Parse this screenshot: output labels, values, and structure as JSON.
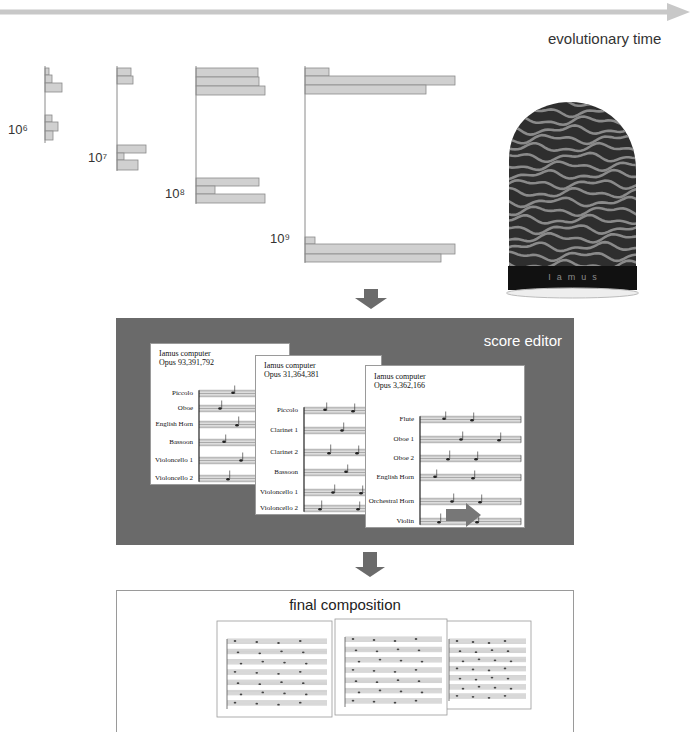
{
  "diagram": {
    "nodes": [
      {
        "text": [
          "Iamus"
        ]
      },
      {
        "text": [
          "score editor"
        ]
      },
      {
        "text": [
          "Iamus computer",
          "Opus 93,391,792",
          "Piccolo",
          "Oboe",
          "English Horn",
          "Bassoon",
          "Violoncello 1",
          "Violoncello 2"
        ],
        "in": 1
      },
      {
        "text": [
          "Iamus computer",
          "Opus 31,364,381",
          "Piccolo",
          "Clarinet 1",
          "Clarinet 2",
          "Bassoon",
          "Violoncello 1",
          "Violoncello 2"
        ],
        "in": 1
      },
      {
        "text": [
          "Iamus computer",
          "Opus 3,362,166",
          "Flute",
          "Oboe 1",
          "Oboe 2",
          "English Horn",
          "Orchestral Horn",
          "Violin"
        ],
        "in": 1
      },
      {
        "text": [
          "final composition"
        ]
      }
    ],
    "edges": [
      {
        "from": 1,
        "to": 5,
        "arrow": "to"
      }
    ],
    "labels": [
      "evolutionary time",
      "10⁶",
      "10⁷",
      "10⁸",
      "10⁹"
    ]
  }
}
